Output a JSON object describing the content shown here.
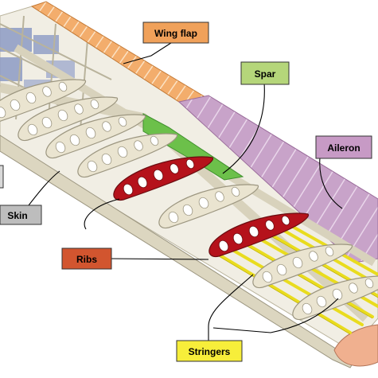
{
  "labels": {
    "wing_flap": "Wing flap",
    "spar": "Spar",
    "aileron": "Aileron",
    "skin": "Skin",
    "ribs": "Ribs",
    "stringers": "Stringers"
  },
  "colors": {
    "wing_flap": "#f0a15a",
    "spar": "#b5d67a",
    "aileron": "#c79ac5",
    "skin": "#bdbdbd",
    "ribs": "#d2552f",
    "stringers": "#f7ee3a",
    "rib_red": "#b5121b",
    "structure": "#e8e3cf",
    "leader": "#000000"
  }
}
